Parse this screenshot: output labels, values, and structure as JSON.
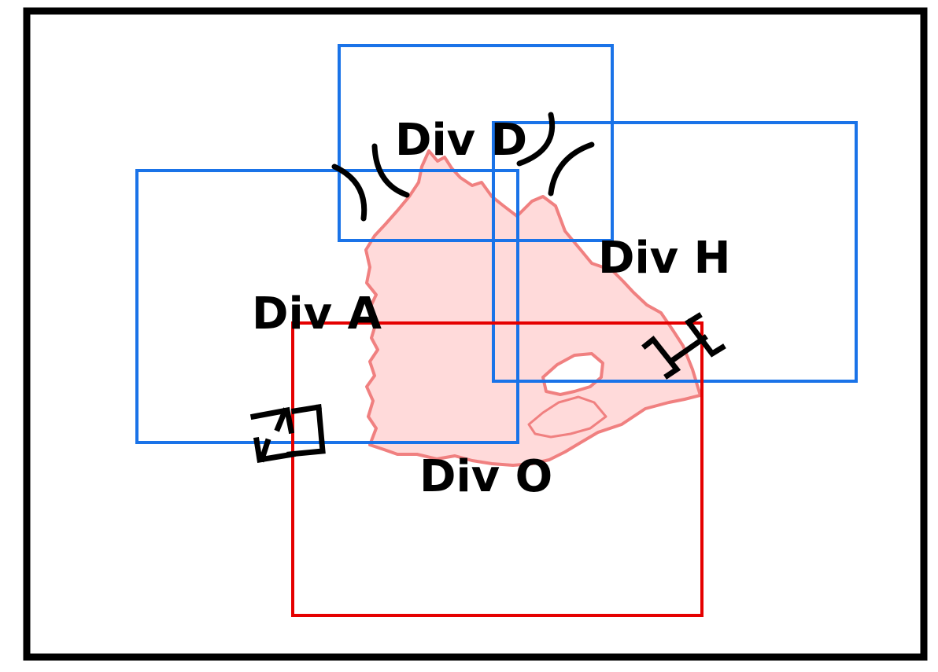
{
  "labels": {
    "div_a": "Div A",
    "div_d": "Div D",
    "div_h": "Div H",
    "div_o": "Div O"
  },
  "colors": {
    "frame": "#000000",
    "blue_box": "#1a73e8",
    "red_box": "#e50000",
    "shape_fill": "#ffdada",
    "shape_stroke": "#f08080",
    "symbol": "#000000"
  },
  "symbols": {
    "a_d": "arc-pair",
    "d_h": "arc-pair",
    "a_o": "bracket-pair",
    "h_o": "bracket-pair"
  }
}
